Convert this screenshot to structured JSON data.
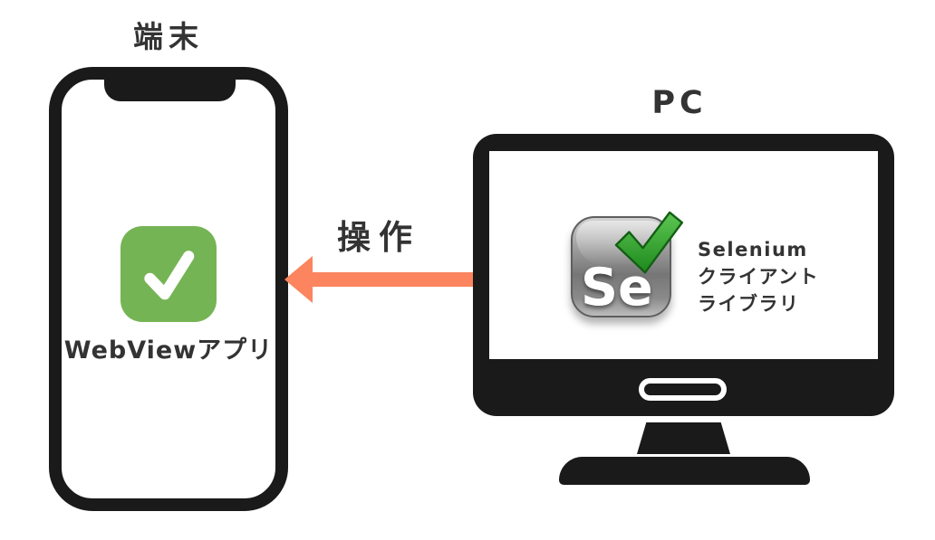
{
  "diagram": {
    "device": {
      "label": "端末",
      "app_label": "WebViewアプリ",
      "icon": "checkmark-icon"
    },
    "arrow": {
      "label": "操作",
      "direction": "right-to-left",
      "from": "PC",
      "to": "端末"
    },
    "pc": {
      "label": "PC",
      "selenium": {
        "logo_text": "Se",
        "logo_icon": "selenium-logo",
        "lines": [
          "Selenium",
          "クライアント",
          "ライブラリ"
        ]
      }
    }
  },
  "colors": {
    "ink": "#1a1a1a",
    "label_text": "#333333",
    "arrow": "#fc855f",
    "app_green": "#75b455",
    "selenium_green_light": "#5ec653",
    "selenium_green_dark": "#1d8a1d"
  }
}
